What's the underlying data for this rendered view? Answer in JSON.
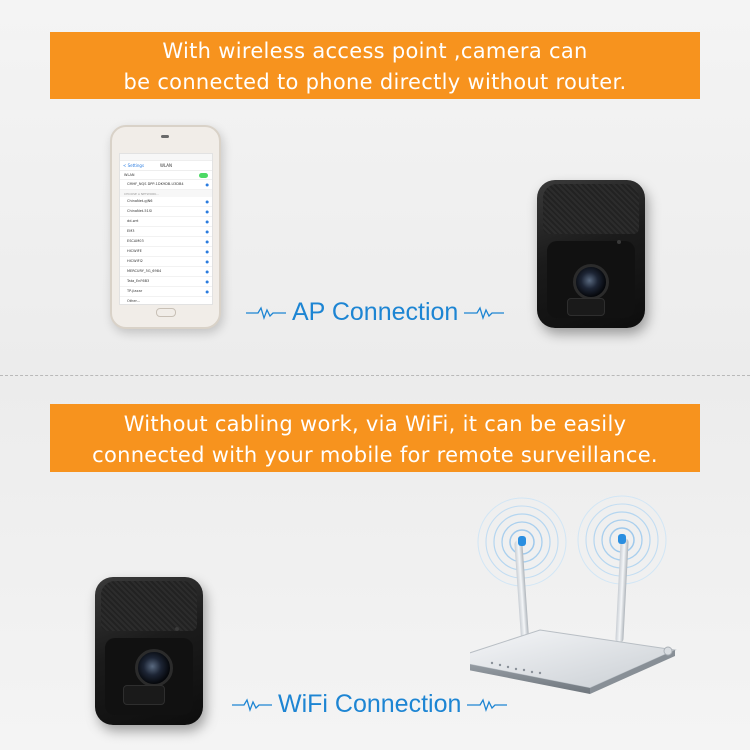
{
  "banners": {
    "top": {
      "line1": "With wireless access point ,camera can",
      "line2": "be connected to phone directly  without router."
    },
    "bottom": {
      "line1": "Without cabling work, via WiFi, it can be easily",
      "line2": "connected with your mobile for remote surveillance."
    }
  },
  "labels": {
    "ap": "AP Connection",
    "wifi": "WiFi Connection"
  },
  "phone_screen": {
    "back": "< Settings",
    "title": "WLAN",
    "wlan": "WLAN",
    "connected": "CMHF_NQS DPP-1DK9DB-U3DB4",
    "section": "CHOOSE A NETWORK...",
    "networks": [
      "ChinaNet-gjN6",
      "ChinaNet-51Sl",
      "dd-wrt",
      "EM3",
      "ESCAM03",
      "HICWIFE",
      "HICWIFI2",
      "MERCURY_5G_6984",
      "Tata_EnF6B3",
      "TP-jiaxar",
      "Other..."
    ]
  },
  "colors": {
    "banner": "#f7931e",
    "label": "#1d85d3",
    "signal": "#2a8ee0"
  }
}
